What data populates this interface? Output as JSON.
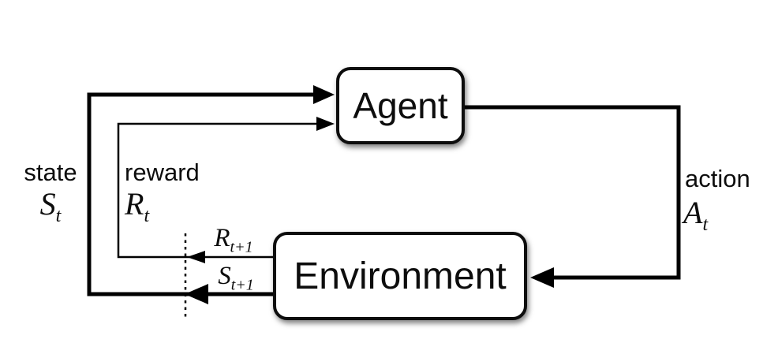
{
  "boxes": {
    "agent": "Agent",
    "environment": "Environment"
  },
  "signals": {
    "state": {
      "word": "state",
      "symbol": "S",
      "sub": "t"
    },
    "reward": {
      "word": "reward",
      "symbol": "R",
      "sub": "t"
    },
    "action": {
      "word": "action",
      "symbol": "A",
      "sub": "t"
    },
    "next_reward": {
      "symbol": "R",
      "sub": "t+1"
    },
    "next_state": {
      "symbol": "S",
      "sub": "t+1"
    }
  },
  "colors": {
    "line": "#000000",
    "box_border": "#0d0d0d",
    "box_fill": "#ffffff",
    "text": "#0d0d0d",
    "background": "#ffffff"
  }
}
